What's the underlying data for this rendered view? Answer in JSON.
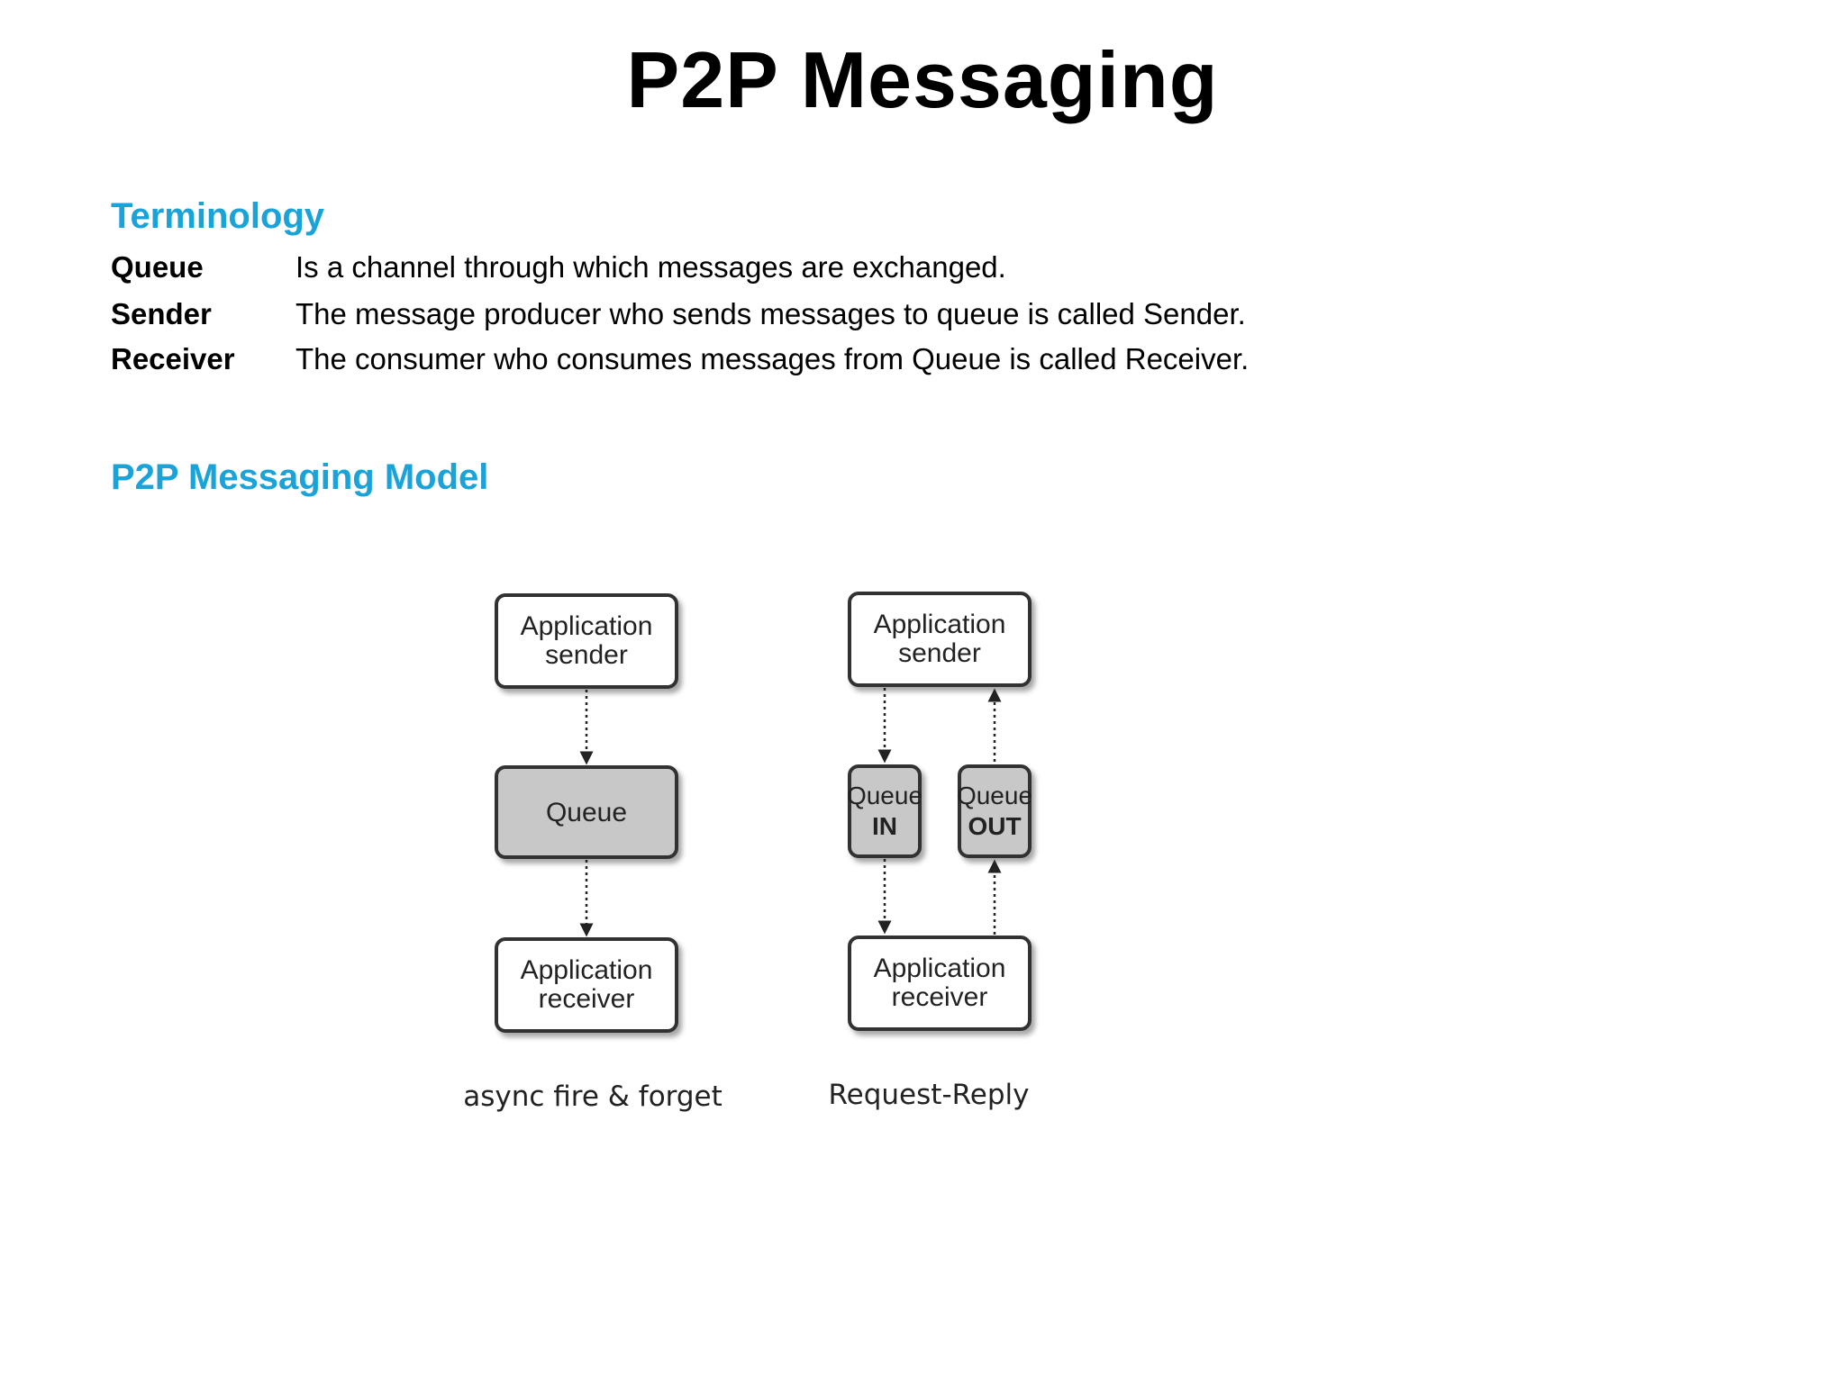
{
  "title": "P2P Messaging",
  "terminology": {
    "heading": "Terminology",
    "terms": [
      {
        "term": "Queue",
        "definition": "Is a channel through which messages are exchanged."
      },
      {
        "term": "Sender",
        "definition": "The message producer who sends messages to queue is called Sender."
      },
      {
        "term": "Receiver",
        "definition": "The consumer who consumes messages from Queue is called Receiver."
      }
    ]
  },
  "model": {
    "heading": "P2P Messaging Model",
    "async": {
      "sender_line1": "Application",
      "sender_line2": "sender",
      "queue": "Queue",
      "receiver_line1": "Application",
      "receiver_line2": "receiver",
      "caption": "async fire & forget"
    },
    "request_reply": {
      "sender_line1": "Application",
      "sender_line2": "sender",
      "queue_in_line1": "Queue",
      "queue_in_line2": "IN",
      "queue_out_line1": "Queue",
      "queue_out_line2": "OUT",
      "receiver_line1": "Application",
      "receiver_line2": "receiver",
      "caption": "Request-Reply"
    }
  },
  "colors": {
    "heading": "#1aa3d9",
    "queue_fill": "#c8c8c8",
    "box_stroke": "#333333"
  }
}
